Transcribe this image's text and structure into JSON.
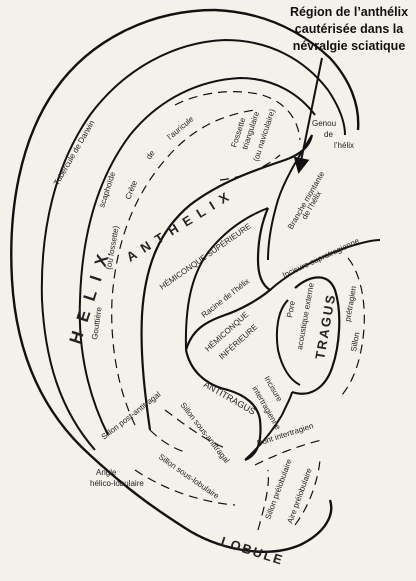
{
  "caption": "Région de l’anthélix cautérisée dans la névralgie sciatique",
  "labels": {
    "helix": "H E L I X",
    "tubercule": "Tubercule de Darwin",
    "scaphoide": "scaphoïde",
    "fossette": "(ou fossette)",
    "gouttiere": "Gouttière",
    "crete": "Crête",
    "de": "de",
    "auricule": "l’auricule",
    "fossette_tri_1": "Fossette",
    "fossette_tri_2": "triangulaire",
    "fossette_tri_3": "(ou naviculaire)",
    "genou_1": "Genou",
    "genou_2": "de",
    "genou_3": "l’hélix",
    "anthelix": "A N T H E L I X",
    "branche_1": "Branche montante",
    "branche_2": "de l’hélix",
    "hemi_sup": "HÉMICONQUE SUPÉRIEURE",
    "racine": "Racine de l’hélix",
    "hemi_inf_1": "HÉMICONQUE",
    "hemi_inf_2": "INFÉRIEURE",
    "incisure_supra": "Incisure supratragienne",
    "pore_1": "Pore",
    "pore_2": "acoustique externe",
    "tragus": "TRAGUS",
    "sillon_pretragien_1": "Sillon",
    "sillon_pretragien_2": "prétragien",
    "incisure_inter_1": "Incisure",
    "incisure_inter_2": "intertragienne",
    "antitragus": "ANTITRAGUS",
    "sillon_post": "Sillon post-antitragal",
    "sillon_sous_anti": "Sillon sous-antitragal",
    "pont": "Pont intertragien",
    "sillon_sous_lob": "Sillon sous-lobulaire",
    "angle_1": "Angle",
    "angle_2": "hélico-lobulaire",
    "sillon_prelob": "Sillon prélobulaire",
    "aire_prelob": "Aire prélobulaire",
    "lobule": "LOBULE"
  }
}
